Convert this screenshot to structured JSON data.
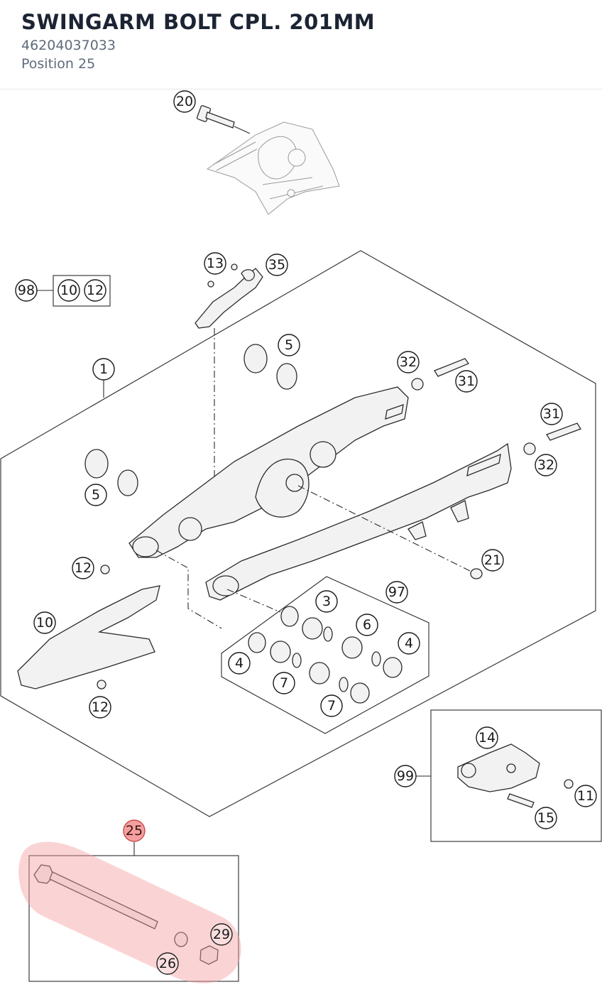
{
  "page": {
    "title": "SWINGARM BOLT CPL. 201MM",
    "part_number": "46204037033",
    "position_label": "Position 25"
  },
  "diagram": {
    "highlight_color": "#f4a0a0",
    "callouts": {
      "c20": "20",
      "c13": "13",
      "c35": "35",
      "c98": "98",
      "c98_10": "10",
      "c98_12": "12",
      "c1": "1",
      "c5a": "5",
      "c5b": "5",
      "c32a": "32",
      "c31a": "31",
      "c31b": "31",
      "c32b": "32",
      "c21": "21",
      "c12a": "12",
      "c10": "10",
      "c12b": "12",
      "c3": "3",
      "c97": "97",
      "c6": "6",
      "c4a": "4",
      "c4b": "4",
      "c7a": "7",
      "c7b": "7",
      "c14": "14",
      "c99": "99",
      "c11": "11",
      "c15": "15",
      "c25": "25",
      "c29": "29",
      "c26": "26"
    }
  }
}
